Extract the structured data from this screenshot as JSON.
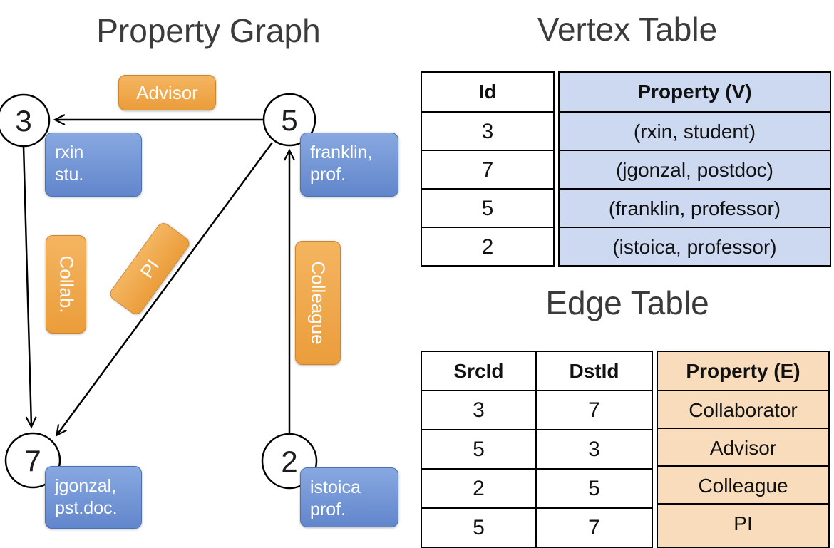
{
  "graph": {
    "title": "Property Graph",
    "vertices": [
      {
        "id": "3",
        "line1": "rxin",
        "line2": "stu."
      },
      {
        "id": "5",
        "line1": "franklin,",
        "line2": "prof."
      },
      {
        "id": "7",
        "line1": "jgonzal,",
        "line2": "pst.doc."
      },
      {
        "id": "2",
        "line1": "istoica",
        "line2": "prof."
      }
    ],
    "edges": [
      {
        "label": "Advisor"
      },
      {
        "label": "Collab."
      },
      {
        "label": "PI"
      },
      {
        "label": "Colleague"
      }
    ]
  },
  "vertex_table": {
    "title": "Vertex Table",
    "columns": [
      "Id",
      "Property (V)"
    ],
    "rows": [
      [
        "3",
        "(rxin, student)"
      ],
      [
        "7",
        "(jgonzal, postdoc)"
      ],
      [
        "5",
        "(franklin, professor)"
      ],
      [
        "2",
        "(istoica, professor)"
      ]
    ]
  },
  "edge_table": {
    "title": "Edge Table",
    "columns": [
      "SrcId",
      "DstId",
      "Property (E)"
    ],
    "rows": [
      [
        "3",
        "7",
        "Collaborator"
      ],
      [
        "5",
        "3",
        "Advisor"
      ],
      [
        "2",
        "5",
        "Colleague"
      ],
      [
        "5",
        "7",
        "PI"
      ]
    ]
  },
  "colors": {
    "vertex_box": "#6f93d6",
    "edge_box": "#efa64c",
    "vertex_table_property_bg": "#ccd9f1",
    "edge_table_property_bg": "#f8dcbc"
  }
}
